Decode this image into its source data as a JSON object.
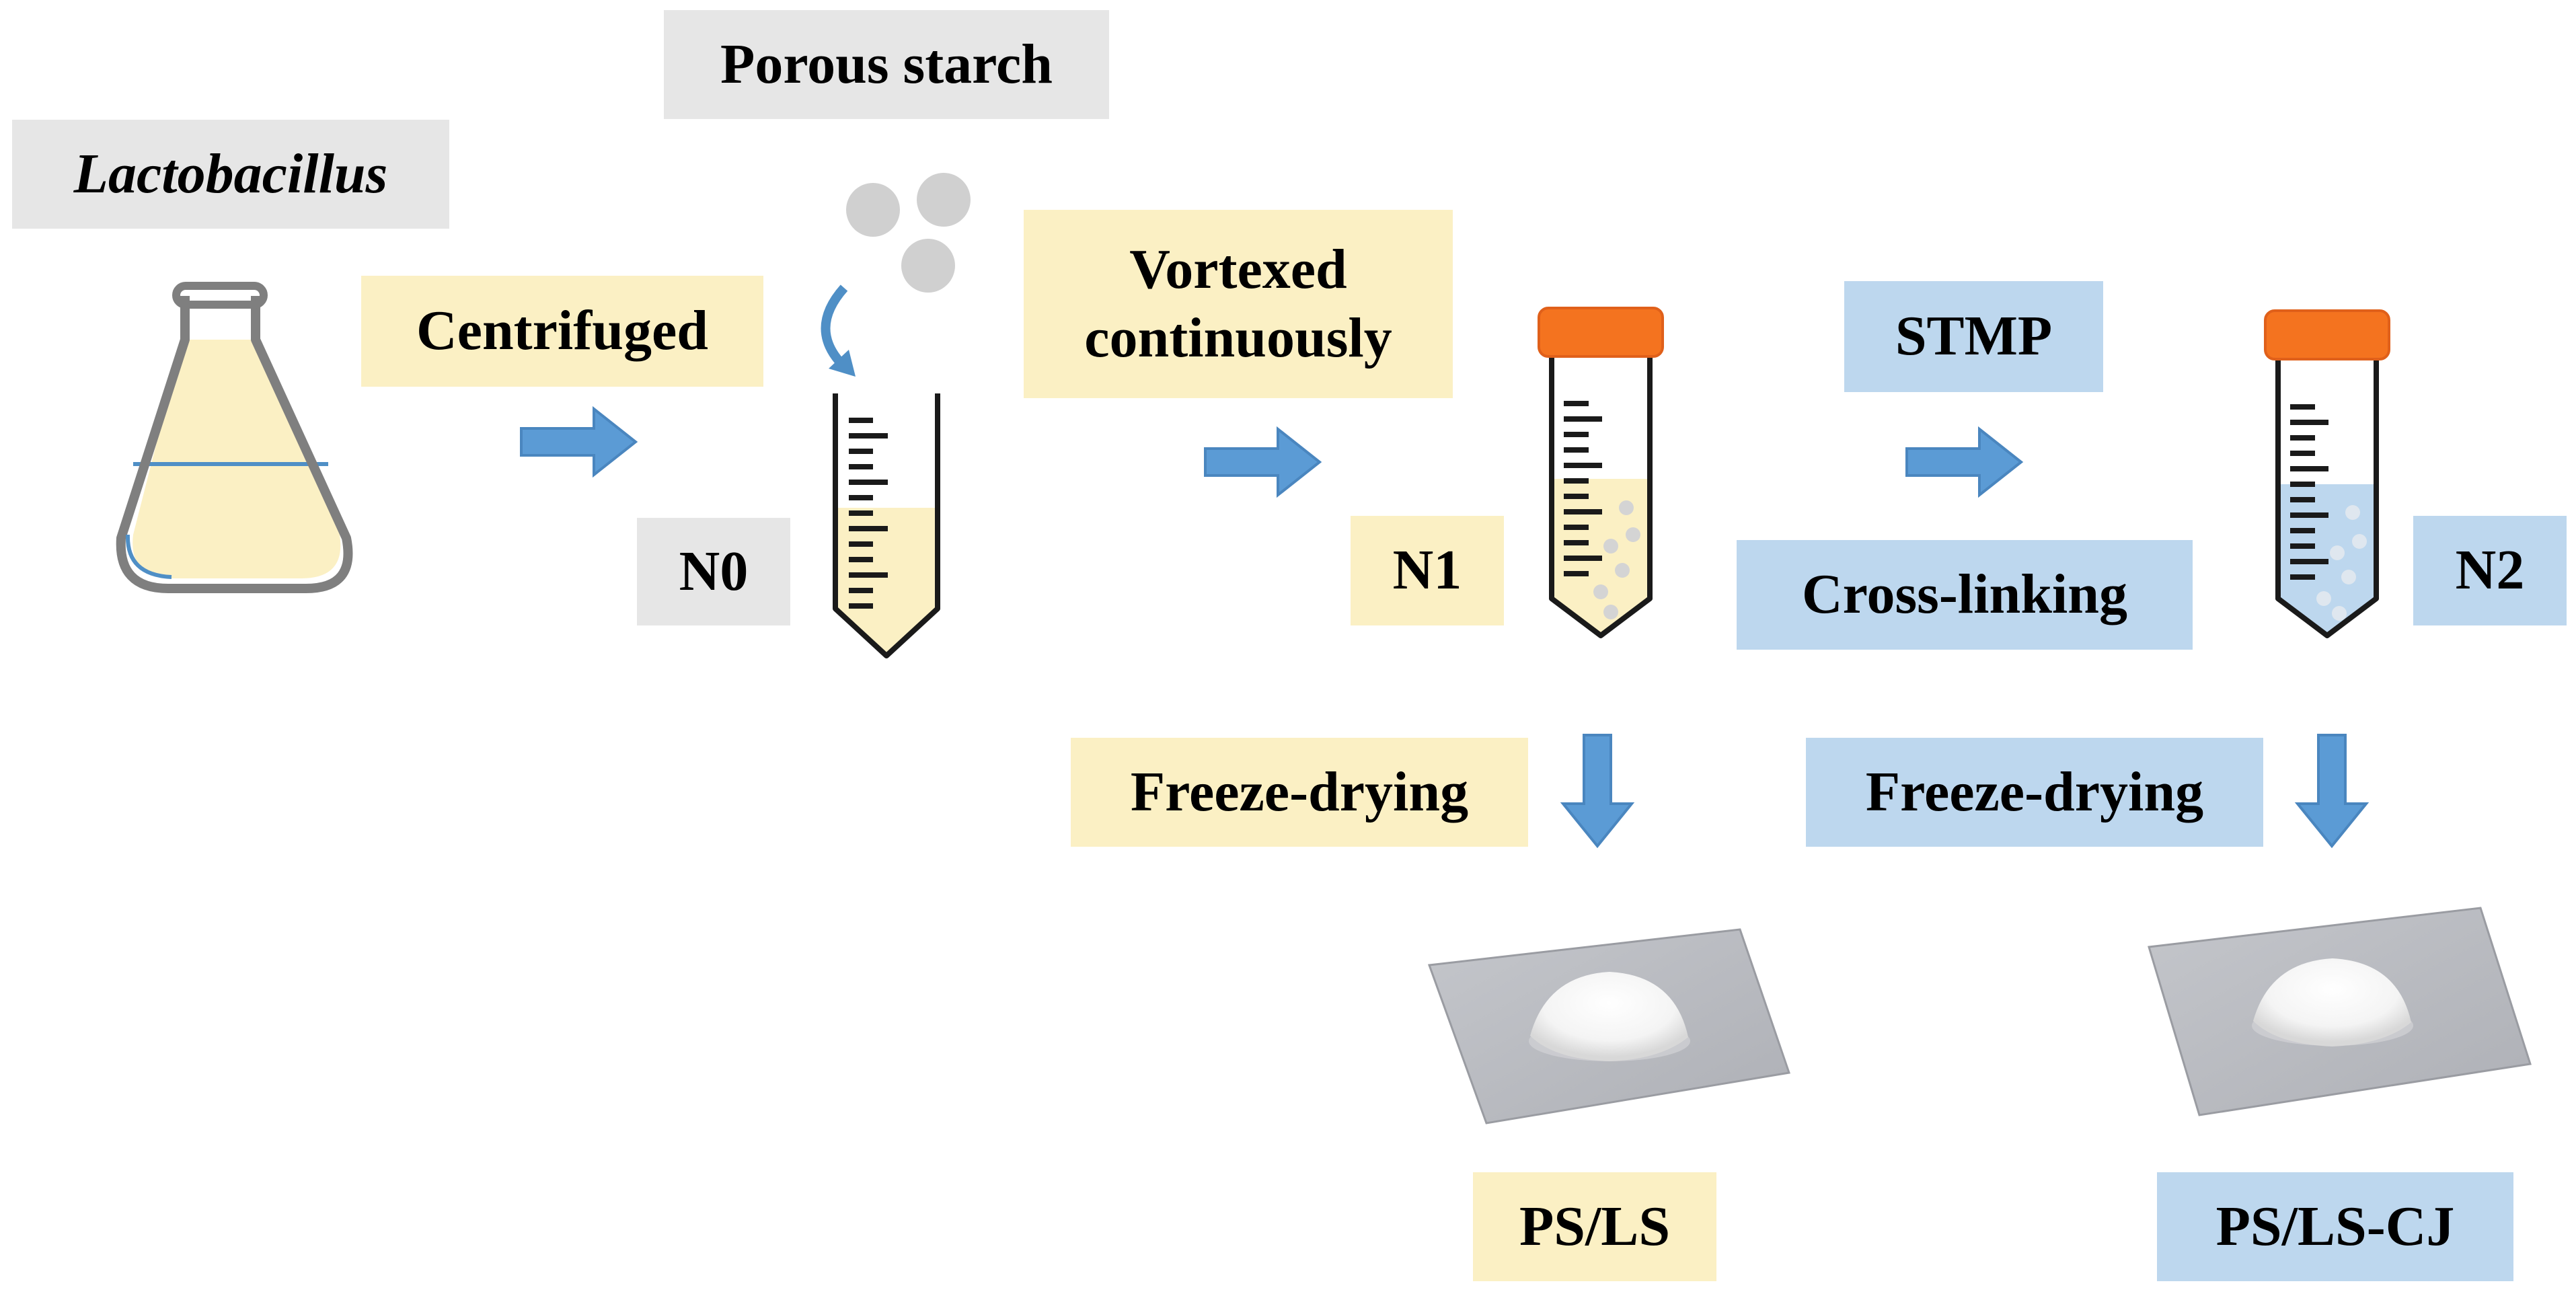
{
  "labels": {
    "lactobacillus": "Lactobacillus",
    "porous_starch": "Porous starch",
    "centrifuged": "Centrifuged",
    "vortexed": "Vortexed",
    "continuously": "continuously",
    "stmp": "STMP",
    "cross_linking": "Cross-linking",
    "n0": "N0",
    "n1": "N1",
    "n2": "N2",
    "freeze_drying_1": "Freeze-drying",
    "freeze_drying_2": "Freeze-drying",
    "ps_ls": "PS/LS",
    "ps_ls_cj": "PS/LS-CJ"
  },
  "colors": {
    "gray_box": "#e6e6e6",
    "yellow_box": "#fbf0c4",
    "blue_box": "#bdd7ee",
    "arrow": "#5b9bd5",
    "cap": "#f4731f",
    "liquid_yellow": "#fbf0c4",
    "liquid_blue": "#bdd7ee"
  }
}
